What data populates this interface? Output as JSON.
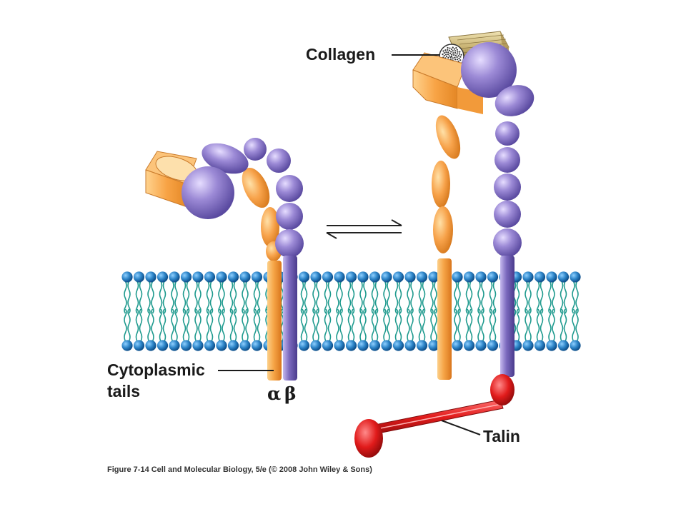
{
  "labels": {
    "collagen": "Collagen",
    "cytoplasmic_line1": "Cytoplasmic",
    "cytoplasmic_line2": "tails",
    "alpha": "α",
    "beta": "β",
    "talin": "Talin"
  },
  "caption": "Figure 7-14  Cell and Molecular Biology, 5/e (© 2008 John Wiley & Sons)",
  "colors": {
    "alpha_subunit": "#f7a24a",
    "beta_subunit": "#8a7cc4",
    "lipid_head": "#2f86c9",
    "lipid_tail": "#1e9a8e",
    "talin": "#e11b1b",
    "collagen": "#d8c48a"
  },
  "icons": [
    "alpha-beta-integrin-bent",
    "equilibrium-arrows",
    "alpha-beta-integrin-extended",
    "talin-molecule",
    "collagen-fiber"
  ]
}
